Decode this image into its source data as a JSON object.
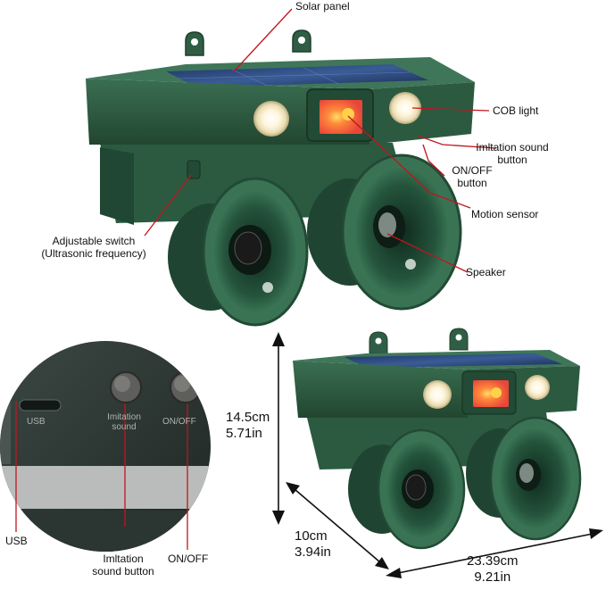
{
  "labels": {
    "solar_panel": "Solar panel",
    "cob_light": "COB light",
    "imitation_button_line1": "Imltation sound",
    "imitation_button_line2": "button",
    "onoff_button_line1": "ON/OFF",
    "onoff_button_line2": "button",
    "motion_sensor": "Motion sensor",
    "speaker": "Speaker",
    "adjustable_line1": "Adjustable switch",
    "adjustable_line2": "(Ultrasonic frequency)"
  },
  "closeup": {
    "usb_panel_text": "USB",
    "imitation_panel_line1": "Imitation",
    "imitation_panel_line2": "sound",
    "onoff_panel_text": "ON/OFF",
    "usb_label": "USB",
    "imitation_label_line1": "Imltation",
    "imitation_label_line2": "sound button",
    "onoff_label": "ON/OFF"
  },
  "dimensions": {
    "height_cm": "14.5cm",
    "height_in": "5.71in",
    "depth_cm": "10cm",
    "depth_in": "3.94in",
    "width_cm": "23.39cm",
    "width_in": "9.21in"
  },
  "colors": {
    "body_green": "#2f5e45",
    "body_dark": "#1d3e2d",
    "callout_red": "#c0161f",
    "sensor_orange": "#ff6a3a",
    "solar_blue": "#27457a"
  }
}
